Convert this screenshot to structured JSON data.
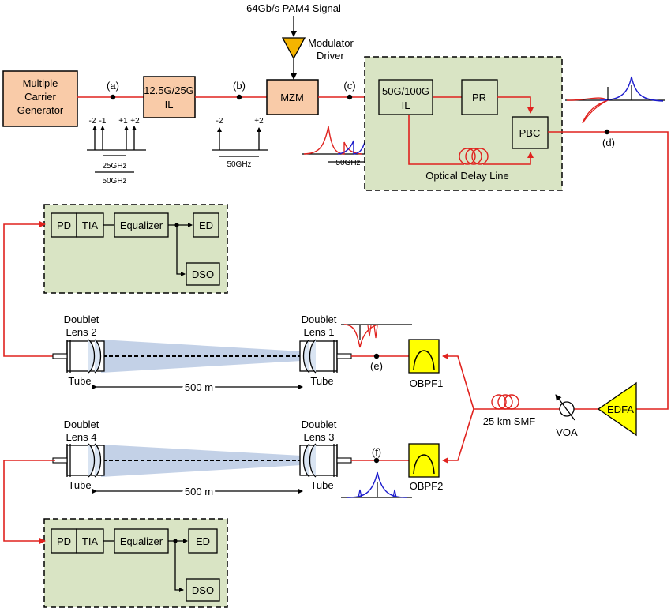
{
  "colors": {
    "peach": "#f9cba8",
    "green_box": "#d9e4c4",
    "yellow": "#ffff00",
    "red_fiber": "#e0221e",
    "blue_spectrum": "#1a1acc",
    "beam": "#b9c9e3"
  },
  "signal_label": "64Gb/s PAM4 Signal",
  "driver_label": [
    "Modulator",
    "Driver"
  ],
  "carrier_gen": [
    "Multiple",
    "Carrier",
    "Generator"
  ],
  "il1": [
    "12.5G/25G",
    "IL"
  ],
  "mzm": "MZM",
  "il2": [
    "50G/100G",
    "IL"
  ],
  "pr": "PR",
  "pbc": "PBC",
  "odl": "Optical Delay Line",
  "points": {
    "a": "(a)",
    "b": "(b)",
    "c": "(c)",
    "d": "(d)",
    "e": "(e)",
    "f": "(f)"
  },
  "spec_a": {
    "ticks": [
      "-2",
      "-1",
      "+1",
      "+2"
    ],
    "s1": "25GHz",
    "s2": "50GHz"
  },
  "spec_b": {
    "ticks": [
      "-2",
      "+2"
    ],
    "s1": "50GHz"
  },
  "spec_c": {
    "s1": "50GHz"
  },
  "rx": {
    "pd": "PD",
    "tia": "TIA",
    "eq": "Equalizer",
    "ed": "ED",
    "dso": "DSO"
  },
  "doublet": "Doublet",
  "lens2": "Lens 2",
  "lens1": "Lens 1",
  "lens4": "Lens 4",
  "lens3": "Lens 3",
  "tube": "Tube",
  "dist": "500 m",
  "obpf1": "OBPF1",
  "obpf2": "OBPF2",
  "smf": "25 km SMF",
  "voa": "VOA",
  "edfa": "EDFA"
}
